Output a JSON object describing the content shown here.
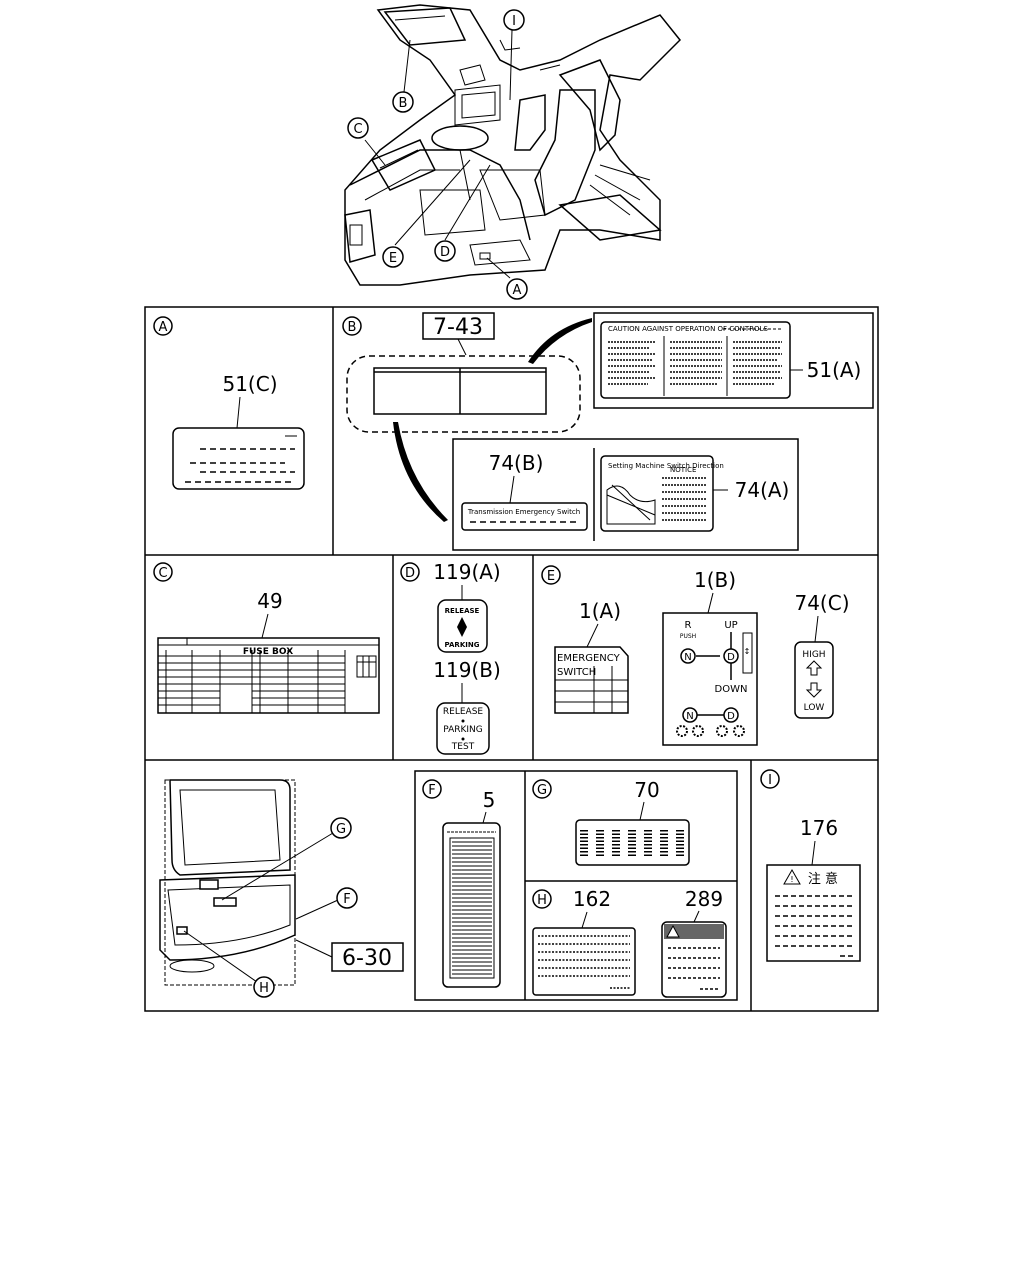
{
  "overview": {
    "callouts": [
      "A",
      "B",
      "C",
      "D",
      "E",
      "I"
    ]
  },
  "sections": {
    "A": {
      "letter": "A",
      "part": "51(C)"
    },
    "B": {
      "letter": "B",
      "ref": "7-43",
      "label_51a": "51(A)",
      "label_51a_heading": "CAUTION AGAINST OPERATION OF CONTROLS",
      "label_74b": "74(B)",
      "label_74b_text": "Transmission Emergency Switch",
      "label_74a": "74(A)",
      "label_74a_notice": "NOTICE",
      "label_74a_title": "Setting Machine Switch Direction"
    },
    "C": {
      "letter": "C",
      "part": "49",
      "fuse_title": "FUSE BOX"
    },
    "D": {
      "letter": "D",
      "part_a": "119(A)",
      "part_a_top": "RELEASE",
      "part_a_bottom": "PARKING",
      "part_b": "119(B)",
      "part_b_l1": "RELEASE",
      "part_b_l2": "PARKING",
      "part_b_l3": "TEST"
    },
    "E": {
      "letter": "E",
      "part_1a": "1(A)",
      "emergency_l1": "EMERGENCY",
      "emergency_l2": "SWITCH",
      "part_1b": "1(B)",
      "r": "R",
      "push": "PUSH",
      "up": "UP",
      "down": "DOWN",
      "n": "N",
      "d": "D",
      "part_74c": "74(C)",
      "high": "HIGH",
      "low": "LOW"
    },
    "door": {
      "callout_g": "G",
      "callout_f": "F",
      "callout_h": "H",
      "ref": "6-30"
    },
    "F": {
      "letter": "F",
      "part": "5"
    },
    "G": {
      "letter": "G",
      "part": "70"
    },
    "H": {
      "letter": "H",
      "part_162": "162",
      "part_289": "289"
    },
    "I": {
      "letter": "I",
      "part": "176",
      "caution": "注 意"
    }
  }
}
